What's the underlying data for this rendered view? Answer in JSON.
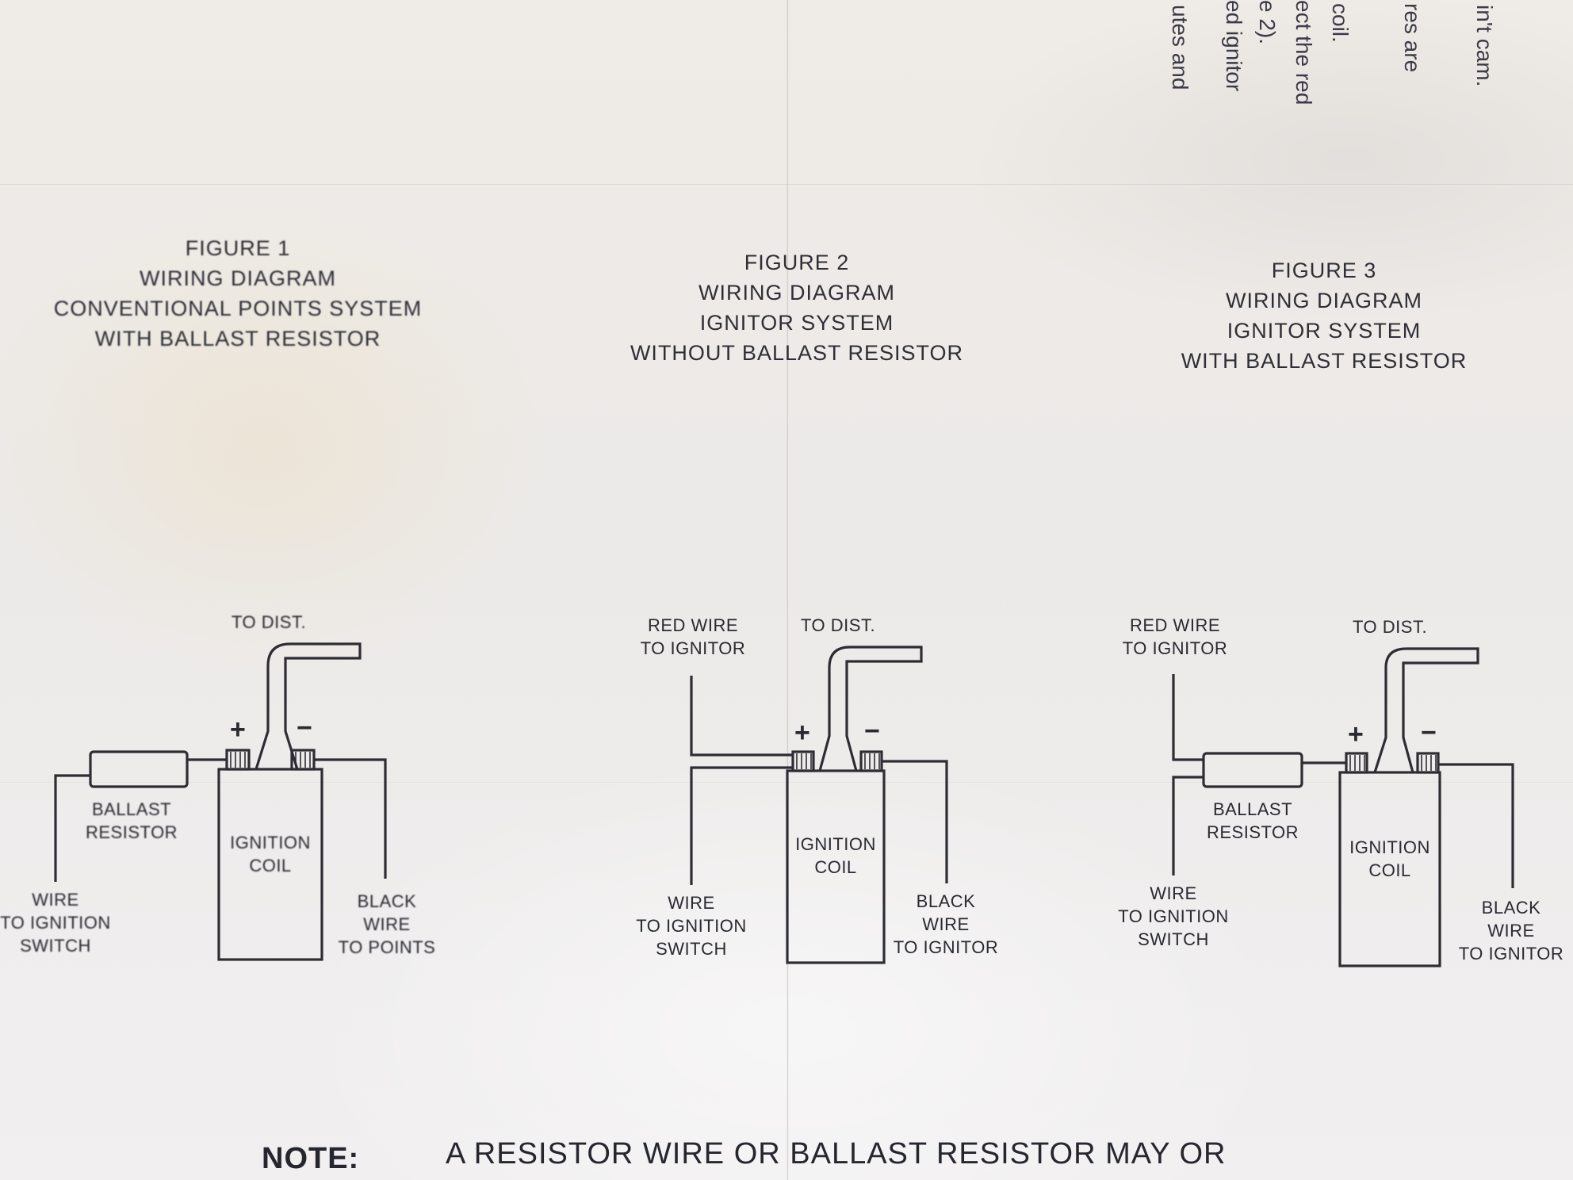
{
  "top_text": [
    "in't cam.",
    "res are",
    "coil.",
    "ect the red",
    "e 2).",
    "ed ignitor",
    "utes and"
  ],
  "figures": [
    {
      "title_lines": [
        "FIGURE 1",
        "WIRING DIAGRAM",
        "CONVENTIONAL POINTS SYSTEM",
        "WITH BALLAST RESISTOR"
      ],
      "to_dist": "TO DIST.",
      "plus": "+",
      "minus": "−",
      "coil": [
        "IGNITION",
        "COIL"
      ],
      "ballast": [
        "BALLAST",
        "RESISTOR"
      ],
      "wire_switch": [
        "WIRE",
        "TO IGNITION",
        "SWITCH"
      ],
      "black_wire": [
        "BLACK",
        "WIRE",
        "TO POINTS"
      ]
    },
    {
      "title_lines": [
        "FIGURE 2",
        "WIRING DIAGRAM",
        "IGNITOR SYSTEM",
        "WITHOUT BALLAST RESISTOR"
      ],
      "red_wire": [
        "RED WIRE",
        "TO IGNITOR"
      ],
      "to_dist": "TO DIST.",
      "plus": "+",
      "minus": "−",
      "coil": [
        "IGNITION",
        "COIL"
      ],
      "wire_switch": [
        "WIRE",
        "TO IGNITION",
        "SWITCH"
      ],
      "black_wire": [
        "BLACK",
        "WIRE",
        "TO IGNITOR"
      ]
    },
    {
      "title_lines": [
        "FIGURE 3",
        "WIRING DIAGRAM",
        "IGNITOR SYSTEM",
        "WITH BALLAST RESISTOR"
      ],
      "red_wire": [
        "RED WIRE",
        "TO IGNITOR"
      ],
      "to_dist": "TO DIST.",
      "plus": "+",
      "minus": "−",
      "coil": [
        "IGNITION",
        "COIL"
      ],
      "ballast": [
        "BALLAST",
        "RESISTOR"
      ],
      "wire_switch": [
        "WIRE",
        "TO IGNITION",
        "SWITCH"
      ],
      "black_wire": [
        "BLACK",
        "WIRE",
        "TO IGNITOR"
      ]
    }
  ],
  "note": {
    "label": "NOTE:",
    "text": "A RESISTOR WIRE OR BALLAST RESISTOR MAY OR"
  }
}
